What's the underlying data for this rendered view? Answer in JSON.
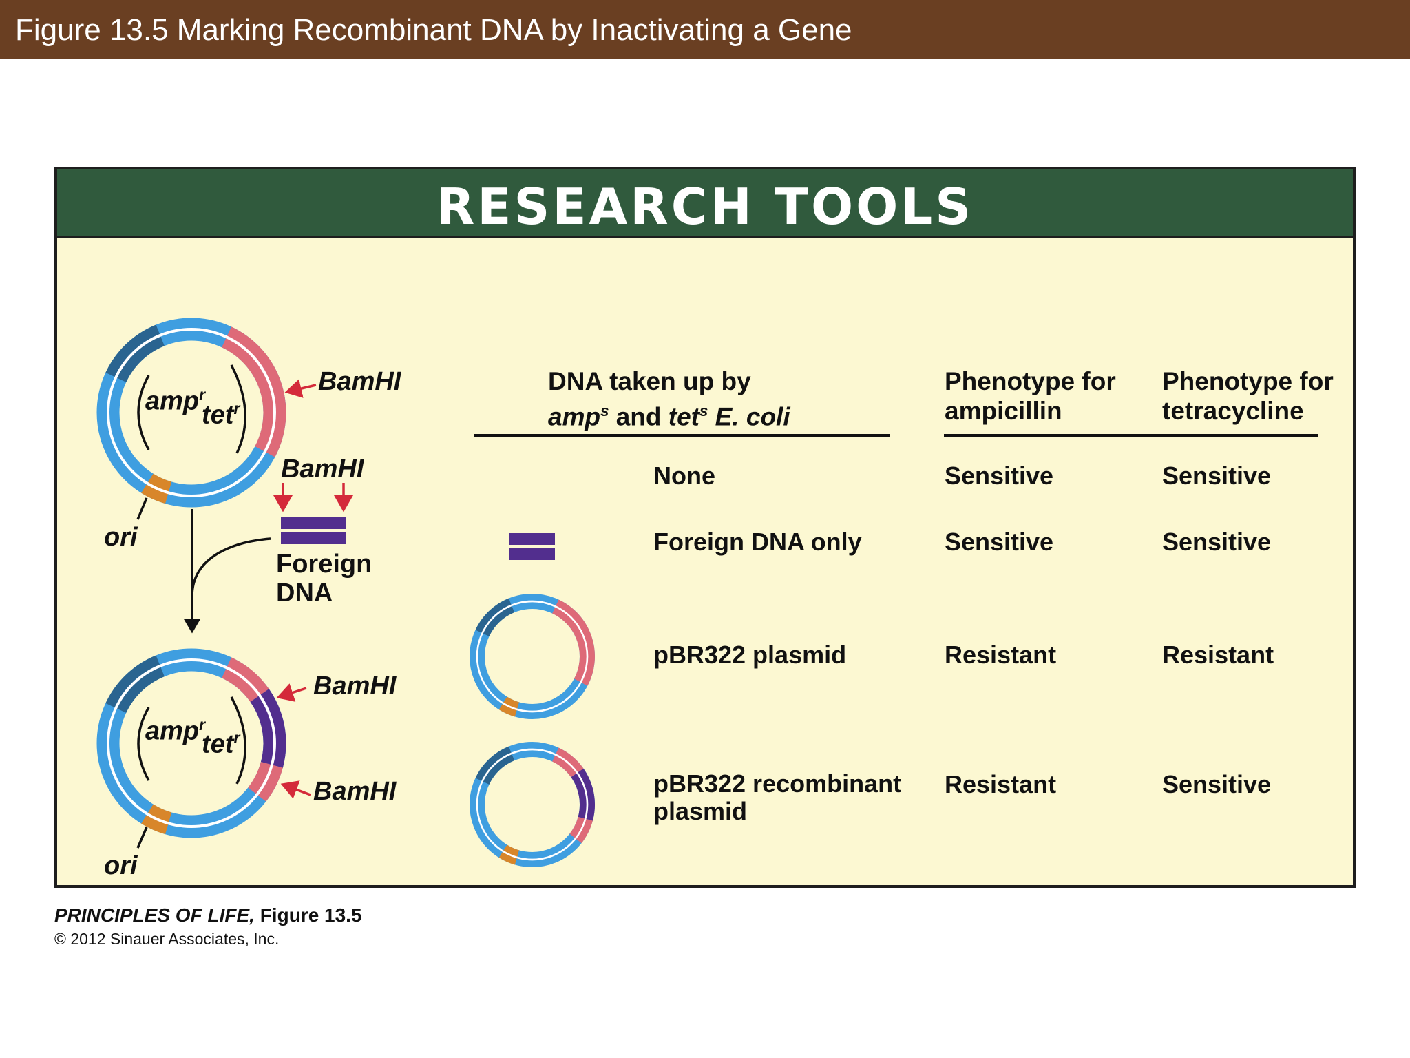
{
  "slide": {
    "title": "Figure 13.5  Marking Recombinant DNA by Inactivating a Gene"
  },
  "figure": {
    "header": "RESEARCH TOOLS",
    "colors": {
      "title_bar": "#6a3f22",
      "header_bar": "#305a3d",
      "panel_bg": "#fcf8d2",
      "plasmid_blue": "#3f9ee0",
      "amp_gene": "#2a6490",
      "tet_gene": "#de6a78",
      "ori": "#d8862a",
      "foreign_dna": "#522e8e",
      "arrow_red": "#d42a3a"
    },
    "left": {
      "top_plasmid": {
        "amp_label": "amp",
        "amp_sup": "r",
        "tet_label": "tet",
        "tet_sup": "r",
        "ori_label": "ori",
        "site_label": "BamHI"
      },
      "cut_label": "BamHI",
      "foreign_label_line1": "Foreign",
      "foreign_label_line2": "DNA",
      "bottom_plasmid": {
        "amp_label": "amp",
        "amp_sup": "r",
        "tet_label": "tet",
        "tet_sup": "r",
        "ori_label": "ori",
        "site_label_1": "BamHI",
        "site_label_2": "BamHI"
      }
    },
    "table": {
      "col1_header_line1": "DNA taken up by",
      "col1_header_line2_a": "amp",
      "col1_header_line2_a_sup": "s",
      "col1_header_line2_b": " and ",
      "col1_header_line2_c": "tet",
      "col1_header_line2_c_sup": "s",
      "col1_header_line2_d": " E. coli",
      "col2_header_line1": "Phenotype for",
      "col2_header_line2": "ampicillin",
      "col3_header_line1": "Phenotype for",
      "col3_header_line2": "tetracycline",
      "rows": [
        {
          "dna": "None",
          "ampicillin": "Sensitive",
          "tetracycline": "Sensitive"
        },
        {
          "dna": "Foreign DNA only",
          "ampicillin": "Sensitive",
          "tetracycline": "Sensitive"
        },
        {
          "dna": "pBR322 plasmid",
          "ampicillin": "Resistant",
          "tetracycline": "Resistant"
        },
        {
          "dna_line1": "pBR322 recombinant",
          "dna_line2": "plasmid",
          "ampicillin": "Resistant",
          "tetracycline": "Sensitive"
        }
      ]
    }
  },
  "credit": {
    "book": "PRINCIPLES OF LIFE,",
    "figure": " Figure 13.5",
    "copyright": "© 2012 Sinauer Associates, Inc."
  }
}
